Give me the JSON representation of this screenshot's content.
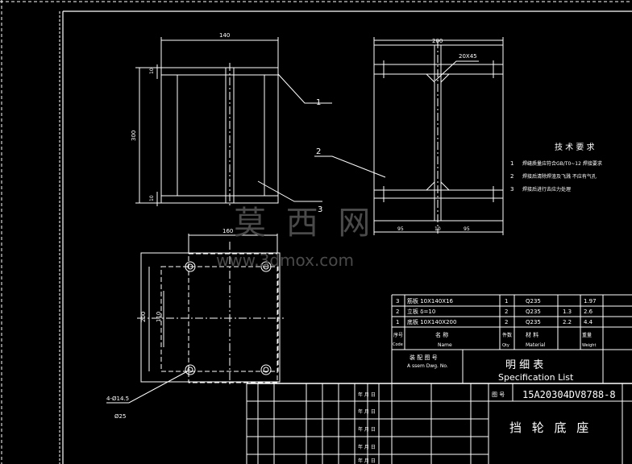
{
  "colors": {
    "background": "#000000",
    "line": "#ffffff",
    "watermark": "#555555"
  },
  "front_view": {
    "width_dim": "140",
    "height_dim": "300",
    "top_thk_dim": "10",
    "bottom_thk_dim": "10",
    "callout_1": "1",
    "callout_3": "3"
  },
  "side_view": {
    "width_dim": "200",
    "chamfer": "20X45",
    "left_dim": "95",
    "web_dim": "10",
    "right_dim": "95",
    "callout_2": "2"
  },
  "plan_view": {
    "top_dim": "160",
    "height_dim": "200",
    "inner_dim": "110",
    "hole_note": "4-Ø14.5",
    "hole_sub": "Ø25"
  },
  "tech_req": {
    "title": "技 术 要 求",
    "items": [
      {
        "num": "1",
        "text": "焊缝质量应符合GB/T0~12 焊接要求"
      },
      {
        "num": "2",
        "text": "焊接后清除焊渣及飞溅 不应有气孔"
      },
      {
        "num": "3",
        "text": "焊接后进行去应力处理"
      }
    ]
  },
  "watermark": {
    "cn": "莫 西 网",
    "url": "www.3dmox.com"
  },
  "parts_list": {
    "rows": [
      {
        "no": "3",
        "name": "筋板 10X140X16",
        "qty": "1",
        "material": "Q235",
        "w1": "",
        "w2": "1.97"
      },
      {
        "no": "2",
        "name": "立板 δ=10",
        "qty": "2",
        "material": "Q235",
        "w1": "1.3",
        "w2": "2.6"
      },
      {
        "no": "1",
        "name": "底板 10X140X200",
        "qty": "2",
        "material": "Q235",
        "w1": "2.2",
        "w2": "4.4"
      }
    ],
    "header": {
      "no": "序号",
      "no_en": "Code",
      "name": "名 称",
      "name_en": "Name",
      "qty": "件数",
      "qty_en": "Qty",
      "material": "材 料",
      "material_en": "Material",
      "weight": "重量",
      "weight_en": "Weight"
    },
    "drawing_ref": "装 配 图 号",
    "drawing_ref_en": "A ssem Dwg. No.",
    "spec_title": "明 细 表",
    "spec_title_en": "Specification List"
  },
  "title_block": {
    "drawing_no_label": "图 号",
    "drawing_no": "15A20304DV8788-8",
    "title": "挡 轮 底 座",
    "sign_rows": [
      {
        "label": "年 月 日"
      },
      {
        "label": "年 月 日"
      },
      {
        "label": "年 月 日"
      },
      {
        "label": "年 月 日"
      },
      {
        "label": "年 月 日"
      }
    ]
  }
}
